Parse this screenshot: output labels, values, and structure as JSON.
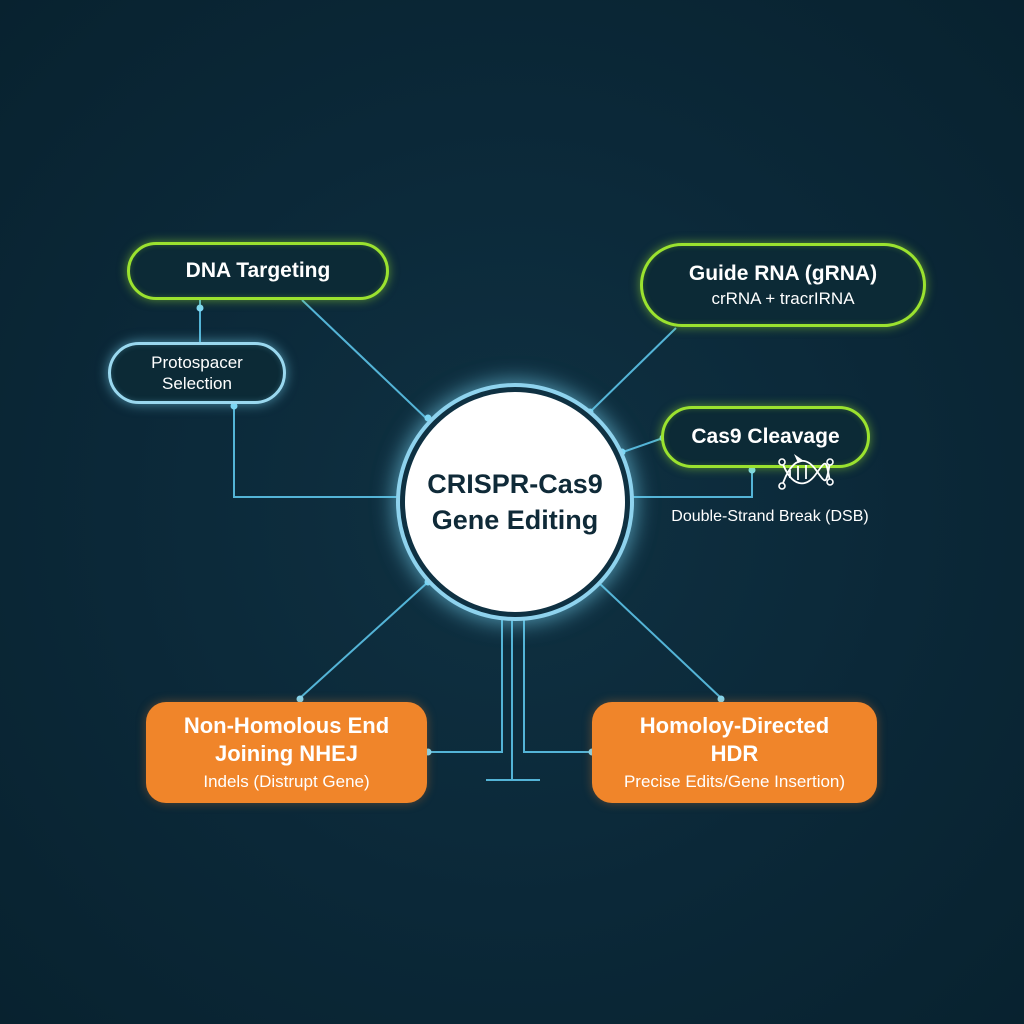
{
  "diagram": {
    "center": {
      "line1": "CRISPR-Cas9",
      "line2": "Gene Editing"
    },
    "nodes": {
      "dna_targeting": {
        "title": "DNA Targeting"
      },
      "protospacer": {
        "line1": "Protospacer",
        "line2": "Selection"
      },
      "guide_rna": {
        "title": "Guide RNA (gRNA)",
        "subtitle": "crRNA + tracrIRNA"
      },
      "cas9": {
        "title": "Cas9 Cleavage",
        "icon": "dna-scissors-icon"
      },
      "dsb": {
        "label": "Double-Strand Break (DSB)"
      },
      "nhej": {
        "line1": "Non-Homolous End",
        "line2": "Joining NHEJ",
        "subtitle": "Indels (Distrupt Gene)"
      },
      "hdr": {
        "line1": "Homoloy-Directed",
        "line2": "HDR",
        "subtitle": "Precise Edits/Gene Insertion)"
      }
    },
    "colors": {
      "background": "#0b2838",
      "accent_green": "#9be22f",
      "accent_blue": "#8fd3ee",
      "accent_orange": "#f0852a",
      "center_fill": "#ffffff"
    }
  }
}
